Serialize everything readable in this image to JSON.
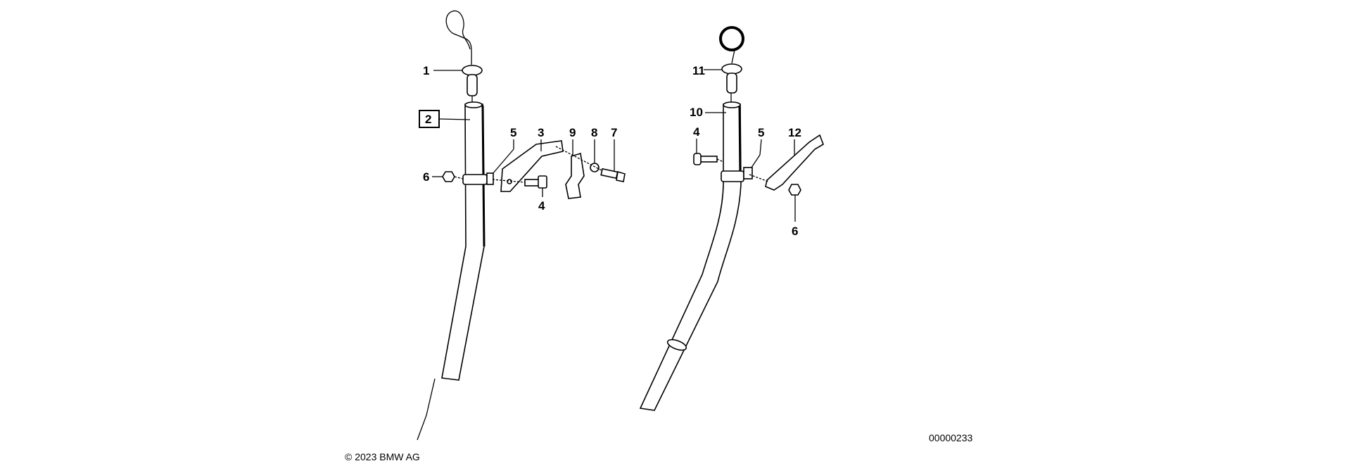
{
  "diagram": {
    "left_assembly": {
      "labels": {
        "p1": "1",
        "p2": "2",
        "p3": "3",
        "p4": "4",
        "p5": "5",
        "p6": "6",
        "p7": "7",
        "p8": "8",
        "p9": "9"
      }
    },
    "right_assembly": {
      "labels": {
        "p4": "4",
        "p5": "5",
        "p6": "6",
        "p10": "10",
        "p11": "11",
        "p12": "12"
      }
    },
    "boxed_label": "2",
    "colors": {
      "line": "#000000",
      "background": "#ffffff"
    }
  },
  "footer": {
    "copyright": "© 2023 BMW AG",
    "diagram_id": "00000233"
  }
}
